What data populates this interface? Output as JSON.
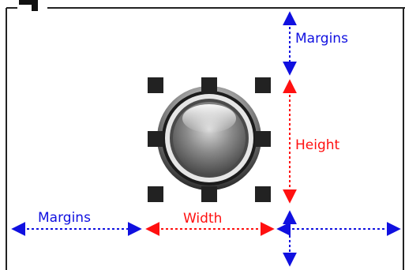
{
  "labels": {
    "margins_top": "Margins",
    "height": "Height",
    "margins_left": "Margins",
    "width": "Width"
  },
  "colors": {
    "margin_color": "#1010e0",
    "size_color": "#ff1010",
    "frame": "#222222",
    "handle": "#222222"
  },
  "icons": {
    "knob": "glossy-round-button-icon",
    "handles": "resize-handle-icon"
  }
}
